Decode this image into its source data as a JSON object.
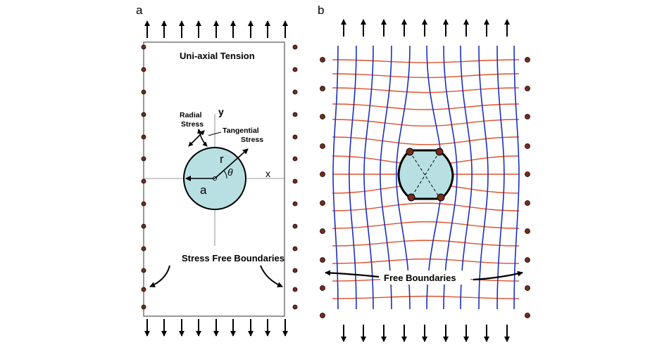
{
  "panel_a": {
    "letter": "a",
    "title": "Uni-axial Tension",
    "radial_label": [
      "Radial",
      "Stress"
    ],
    "tangential_label": [
      "Tangential",
      "Stress"
    ],
    "axis_x": "x",
    "axis_y": "y",
    "symbol_r": "r",
    "symbol_theta": "θ",
    "symbol_a": "a",
    "boundary_label": "Stress Free Boundaries"
  },
  "panel_b": {
    "letter": "b",
    "boundary_label": "Free Boundaries"
  },
  "colors": {
    "hole_fill": "#b8e0e3",
    "grid_blue": "#1a2fc0",
    "grid_red": "#e0502a",
    "node_fill": "#7a2a1a"
  }
}
